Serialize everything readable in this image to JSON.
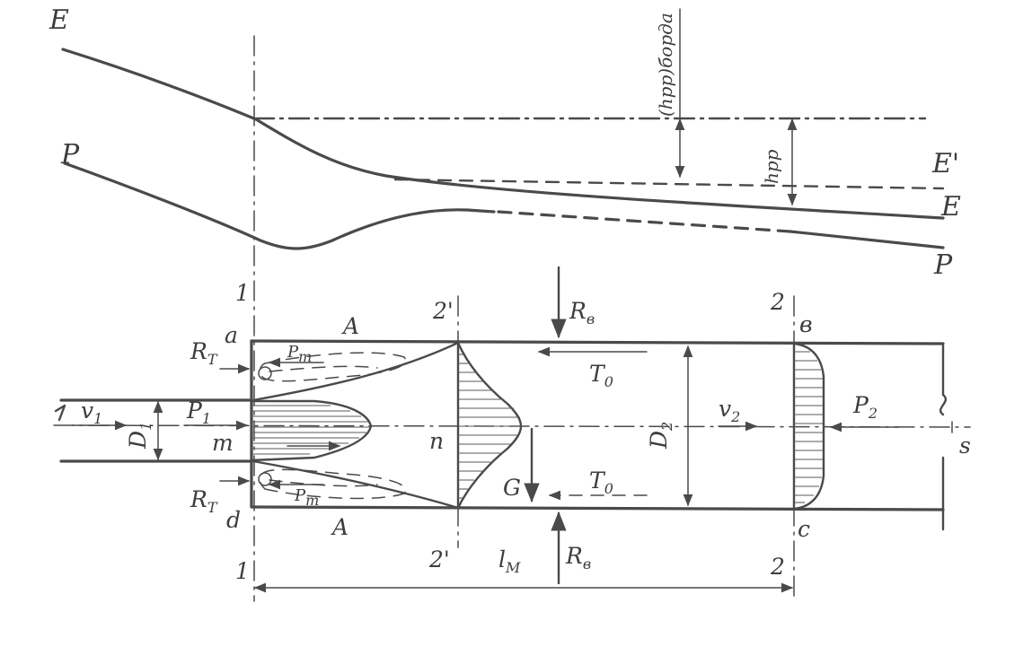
{
  "labels": {
    "E_left": "E",
    "P_left": "P",
    "E_right": "E",
    "E_prime": "E'",
    "P_right": "P",
    "h_borda": "(hpp)борда",
    "h_pp": "hpp",
    "sec1_top": "1",
    "sec1_bottom": "1",
    "sec2p_top": "2'",
    "sec2p_bottom": "2'",
    "sec2_top": "2",
    "sec2_bottom": "2",
    "a": "a",
    "d": "d",
    "b": "в",
    "c": "c",
    "A_top": "A",
    "A_bottom": "A",
    "R_T_top": "R",
    "R_T_top_sub": "T",
    "R_T_bottom": "R",
    "R_T_bottom_sub": "T",
    "p_top": "P",
    "p_top_sub": "т",
    "p_bottom": "P",
    "p_bottom_sub": "т",
    "P1": "P",
    "P1_sub": "1",
    "P2": "P",
    "P2_sub": "2",
    "v1": "v",
    "v1_sub": "1",
    "v2": "v",
    "v2_sub": "2",
    "D1": "D",
    "D1_sub": "1",
    "D2": "D",
    "D2_sub": "2",
    "m": "m",
    "n": "n",
    "G": "G",
    "T0_top": "T",
    "T0_top_sub": "0",
    "T0_bottom": "T",
    "T0_bottom_sub": "0",
    "R_b_top": "R",
    "R_b_top_sub": "в",
    "R_b_bottom": "R",
    "R_b_bottom_sub": "в",
    "l_M": "l",
    "l_M_sub": "M",
    "s": "s"
  }
}
